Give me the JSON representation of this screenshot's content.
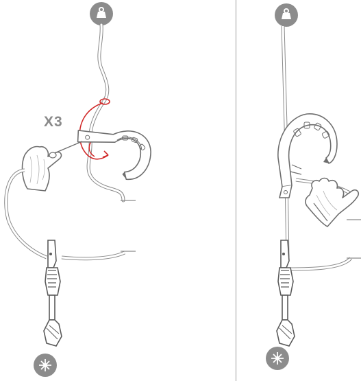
{
  "steps": [
    {
      "panel": "left",
      "wrap_count_label": "X3",
      "icons": [
        "weight-icon",
        "gloved-hand-icon",
        "hook-carabiner-icon",
        "rope-adjuster-icon",
        "anchor-icon"
      ]
    },
    {
      "panel": "right",
      "icons": [
        "weight-icon",
        "hook-carabiner-icon",
        "gloved-hand-icon",
        "rope-adjuster-icon",
        "anchor-icon"
      ]
    }
  ],
  "colors": {
    "line": "#8a8a8a",
    "rope": "#ffffff",
    "weight_fill": "#8c8c8c",
    "anchor_fill": "#8c8c8c",
    "accent_red": "#d12a2a",
    "label_gray": "#8a8a8a",
    "divider": "#9b9b9b"
  }
}
